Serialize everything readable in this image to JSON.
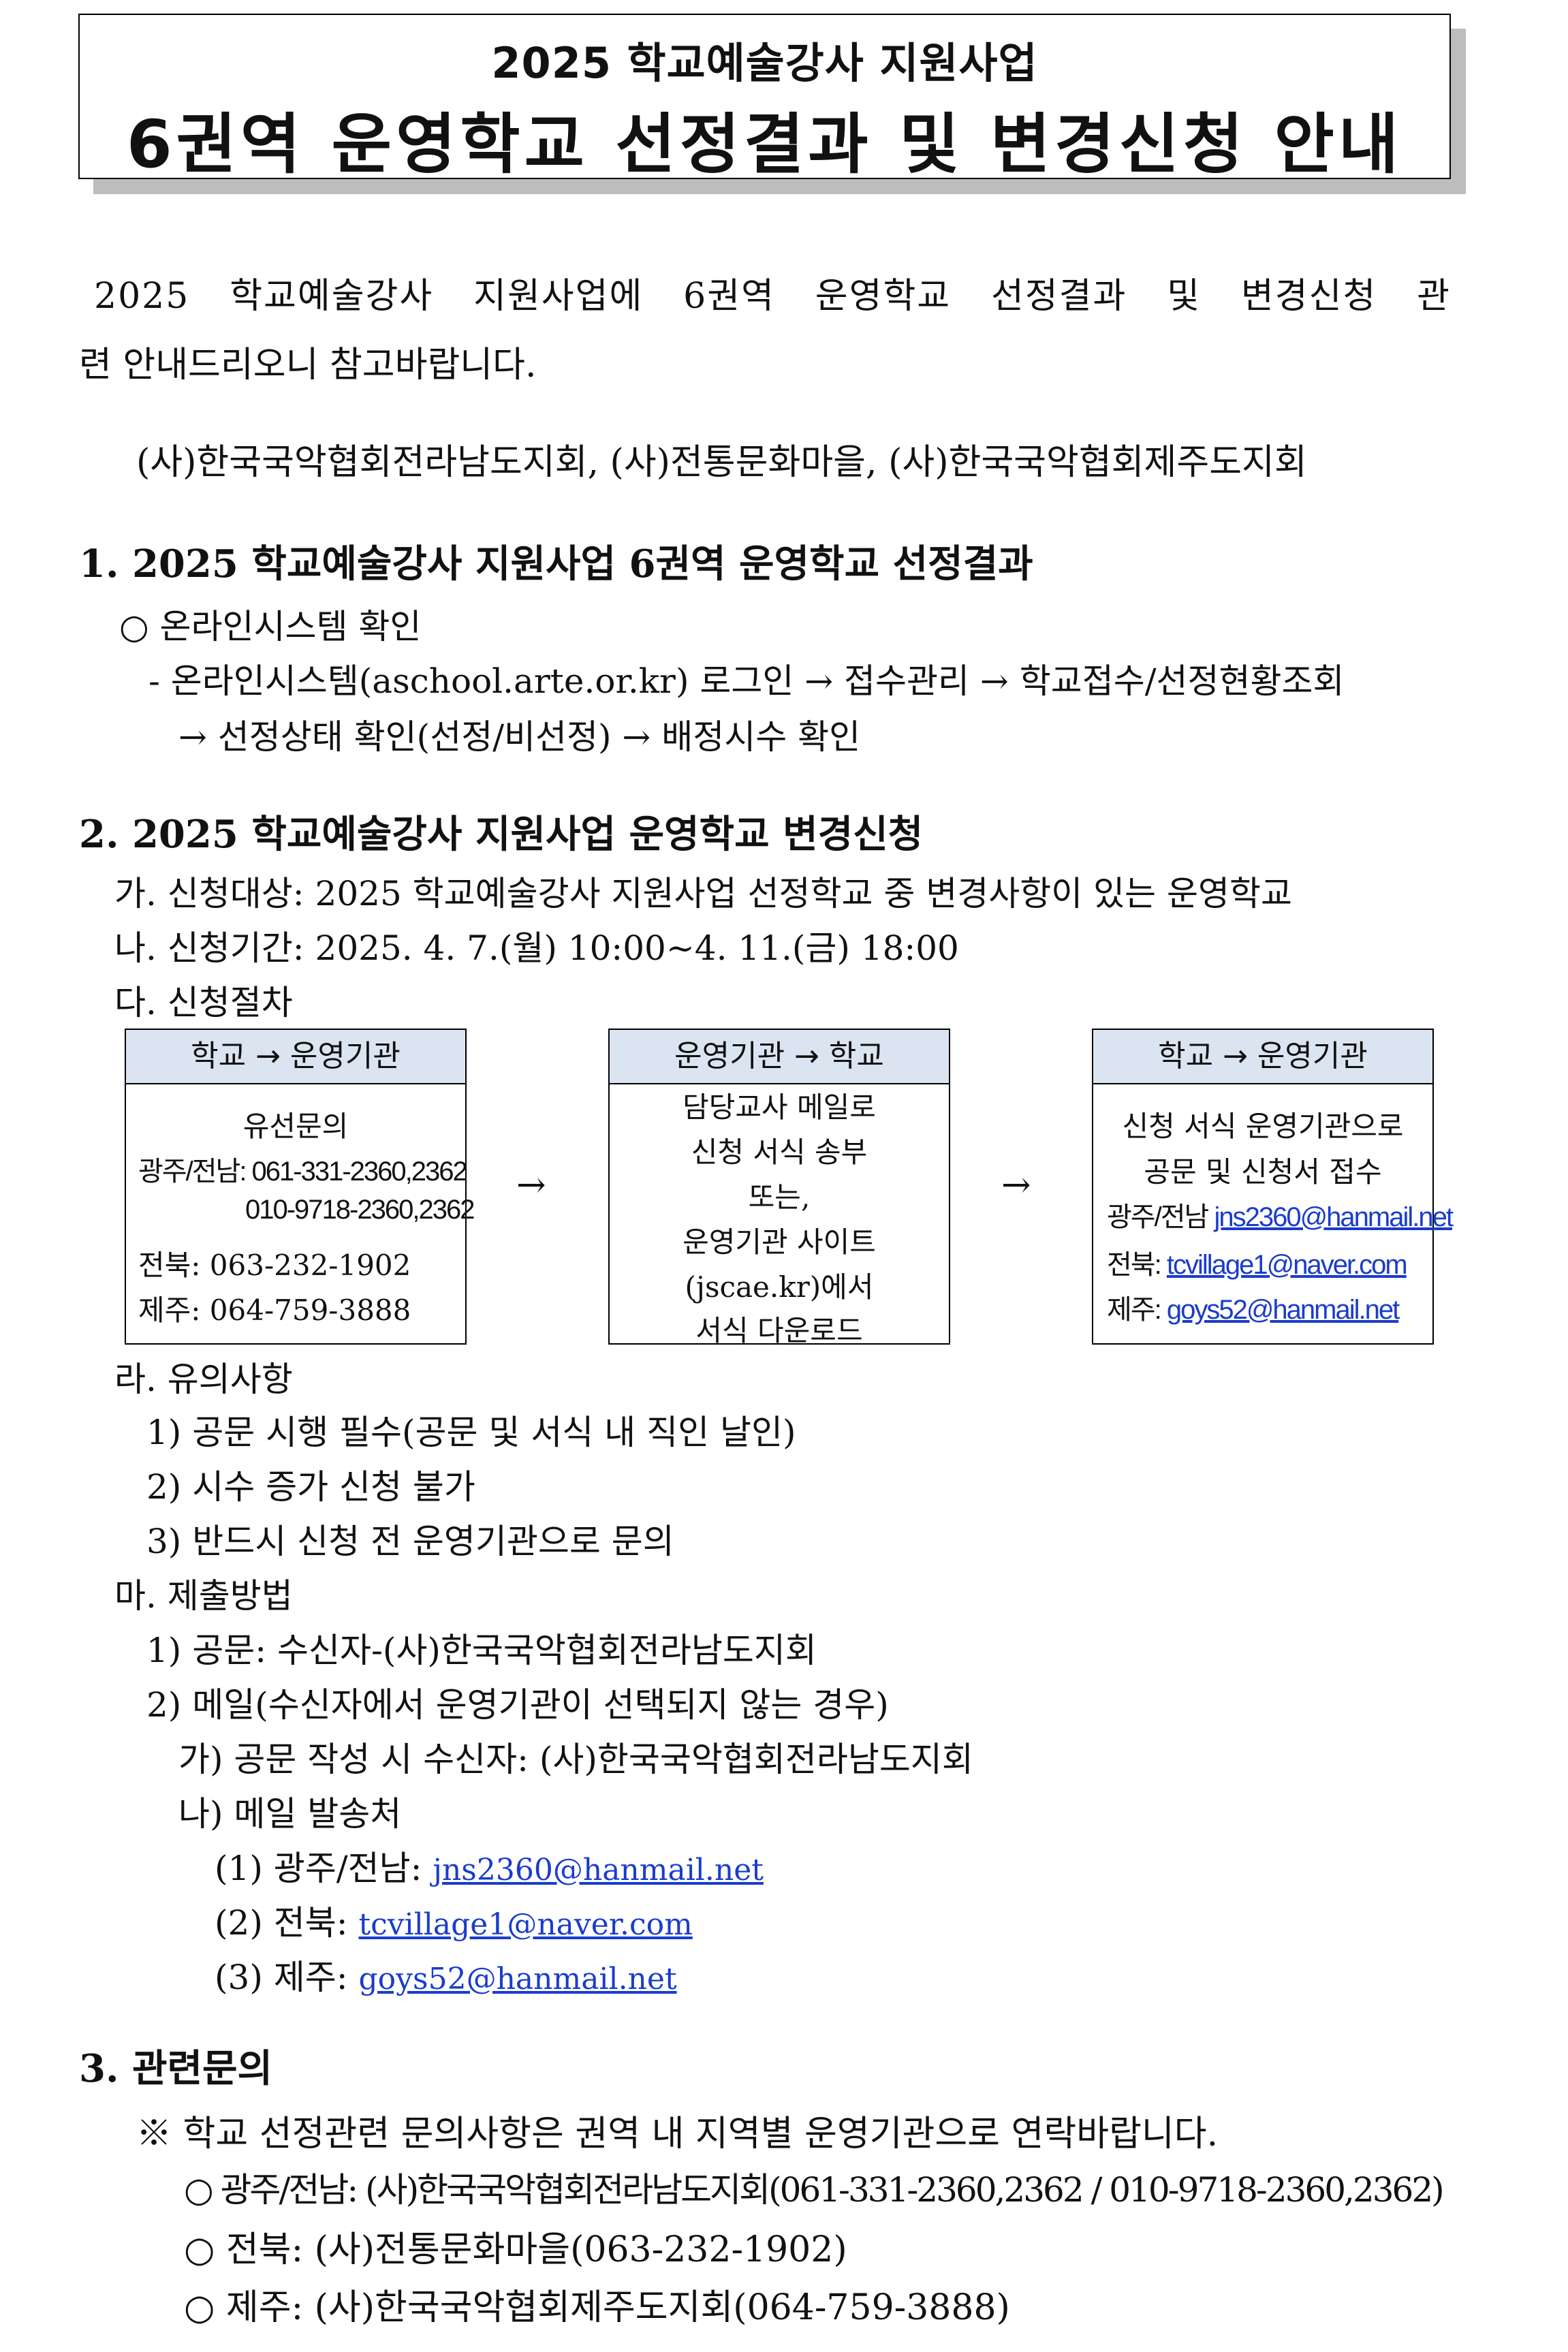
{
  "title": {
    "line1": "2025 학교예술강사 지원사업",
    "line2": "6권역 운영학교 선정결과 및 변경신청 안내"
  },
  "intro": {
    "line1": "2025 학교예술강사 지원사업에 6권역 운영학교 선정결과 및 변경신청 관",
    "line2": "련 안내드리오니 참고바랍니다.",
    "orgs": "(사)한국국악협회전라남도지회, (사)전통문화마을, (사)한국국악협회제주도지회"
  },
  "section1": {
    "heading": "1. 2025 학교예술강사 지원사업 6권역 운영학교 선정결과",
    "bullet": "○ 온라인시스템 확인",
    "step1": "- 온라인시스템(aschool.arte.or.kr) 로그인 → 접수관리 → 학교접수/선정현황조회",
    "step2": "→ 선정상태 확인(선정/비선정) → 배정시수 확인"
  },
  "section2": {
    "heading": "2. 2025 학교예술강사 지원사업 운영학교 변경신청",
    "target": "가. 신청대상: 2025 학교예술강사 지원사업 선정학교 중 변경사항이 있는 운영학교",
    "period": "나. 신청기간: 2025. 4. 7.(월) 10:00~4. 11.(금) 18:00",
    "procedure_label": "다. 신청절차",
    "flow": {
      "arrow": "→",
      "box1": {
        "header": "학교 → 운영기관",
        "lines": [
          "유선문의",
          "광주/전남: 061-331-2360,2362",
          "010-9718-2360,2362",
          "전북: 063-232-1902",
          "제주: 064-759-3888"
        ]
      },
      "box2": {
        "header": "운영기관 → 학교",
        "lines": [
          "담당교사 메일로",
          "신청 서식 송부",
          "또는,",
          "운영기관 사이트",
          "(jscae.kr)에서",
          "서식 다운로드"
        ]
      },
      "box3": {
        "header": "학교 → 운영기관",
        "lines": [
          "신청 서식 운영기관으로",
          "공문 및 신청서 접수"
        ],
        "contacts": [
          {
            "label": "광주/전남",
            "email": "jns2360@hanmail.net"
          },
          {
            "label": "전북:",
            "email": "tcvillage1@naver.com"
          },
          {
            "label": "제주:",
            "email": "goys52@hanmail.net"
          }
        ]
      }
    },
    "notes_label": "라. 유의사항",
    "notes": [
      "1) 공문 시행 필수(공문 및 서식 내 직인 날인)",
      "2) 시수 증가 신청 불가",
      "3) 반드시 신청 전 운영기관으로 문의"
    ],
    "submit_label": "마. 제출방법",
    "submit_1": "1) 공문: 수신자-(사)한국국악협회전라남도지회",
    "submit_2": "2) 메일(수신자에서 운영기관이 선택되지 않는 경우)",
    "submit_2a": "가) 공문 작성 시 수신자: (사)한국국악협회전라남도지회",
    "submit_2b": "나) 메일 발송처",
    "emails": [
      {
        "label": "(1) 광주/전남:",
        "email": "jns2360@hanmail.net"
      },
      {
        "label": "(2) 전북:",
        "email": "tcvillage1@naver.com"
      },
      {
        "label": "(3) 제주:",
        "email": "goys52@hanmail.net"
      }
    ]
  },
  "section3": {
    "heading": "3. 관련문의",
    "note": "※ 학교 선정관련 문의사항은 권역 내 지역별 운영기관으로 연락바랍니다.",
    "contacts": [
      "○ 광주/전남: (사)한국국악협회전라남도지회(061-331-2360,2362 / 010-9718-2360,2362)",
      "○ 전북: (사)전통문화마을(063-232-1902)",
      "○ 제주: (사)한국국악협회제주도지회(064-759-3888)"
    ]
  },
  "colors": {
    "link": "#1a3ccc",
    "flow_header_bg": "#dbe5f1",
    "title_shadow": "#bdbdbd"
  }
}
